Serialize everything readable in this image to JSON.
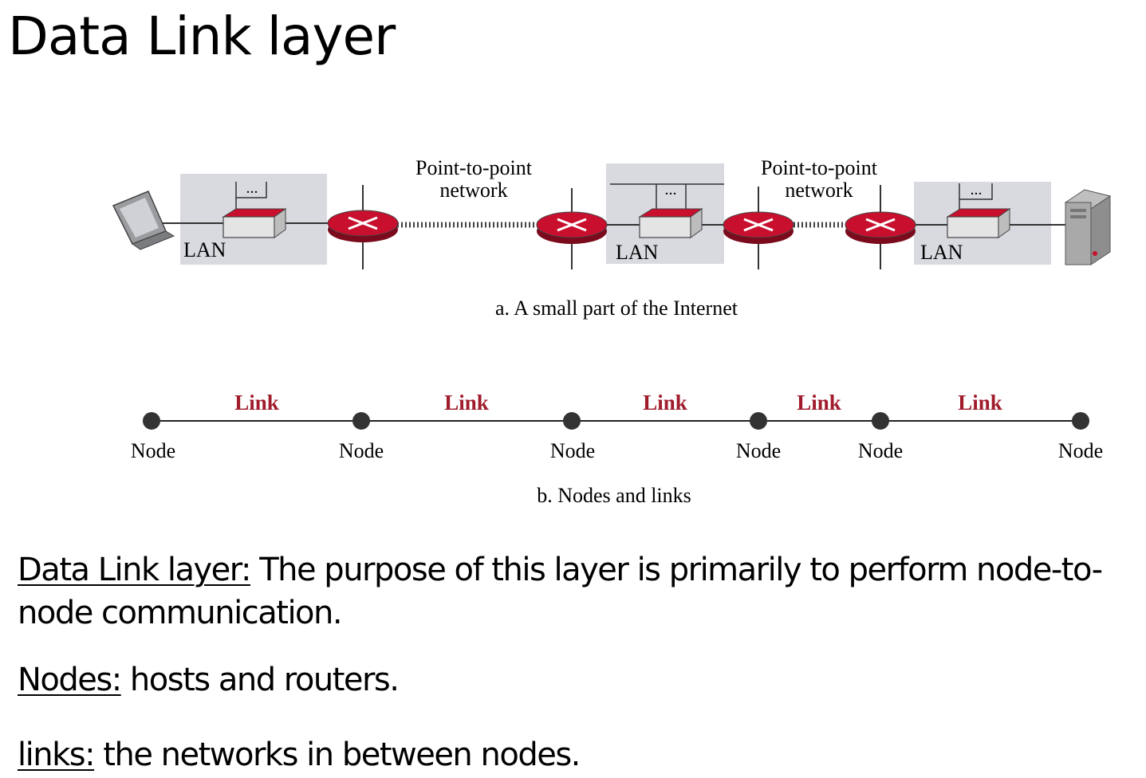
{
  "title": "Data Link layer",
  "diagram": {
    "part_a": {
      "labels": {
        "ptp_left_line1": "Point-to-point",
        "ptp_left_line2": "network",
        "ptp_right_line1": "Point-to-point",
        "ptp_right_line2": "network",
        "lan1": "LAN",
        "lan2": "LAN",
        "lan3": "LAN",
        "switch_dots": "..."
      },
      "caption": "a. A small part of the Internet",
      "colors": {
        "router": "#c8102e",
        "lan_box": "#d8dadf",
        "switch_top": "#c8102e"
      }
    },
    "part_b": {
      "link_label": "Link",
      "node_label": "Node",
      "link_count": 5,
      "node_count": 6,
      "caption": "b. Nodes and links",
      "colors": {
        "link_text": "#a01c2c"
      }
    }
  },
  "bullets": [
    {
      "term": "Data Link layer:",
      "text": " The purpose of this layer is primarily to perform node-to-",
      "text2": "node communication."
    },
    {
      "term": "Nodes:",
      "text": " hosts and routers."
    },
    {
      "term": "links:",
      "text": " the networks in between nodes."
    }
  ]
}
